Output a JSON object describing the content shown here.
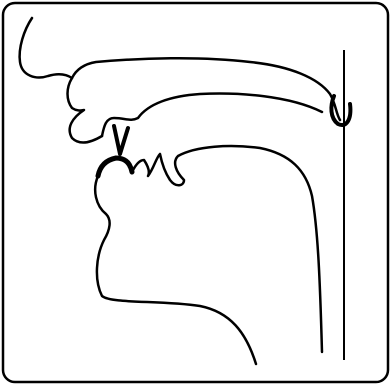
{
  "diagram": {
    "style": "black line drawing on white",
    "stroke_color": "#000000",
    "background_color": "#ffffff",
    "parts": [
      {
        "name": "nose",
        "icon": "nose-outline"
      },
      {
        "name": "upper-lip",
        "icon": "lip-outline"
      },
      {
        "name": "lower-lip",
        "icon": "lip-outline"
      },
      {
        "name": "hard-palate",
        "icon": "palate-curve"
      },
      {
        "name": "velum",
        "icon": "soft-palate-curve"
      },
      {
        "name": "teeth",
        "icon": "teeth-marks"
      },
      {
        "name": "tongue",
        "icon": "tongue-outline"
      },
      {
        "name": "pharynx-wall",
        "icon": "vertical-line"
      }
    ]
  }
}
